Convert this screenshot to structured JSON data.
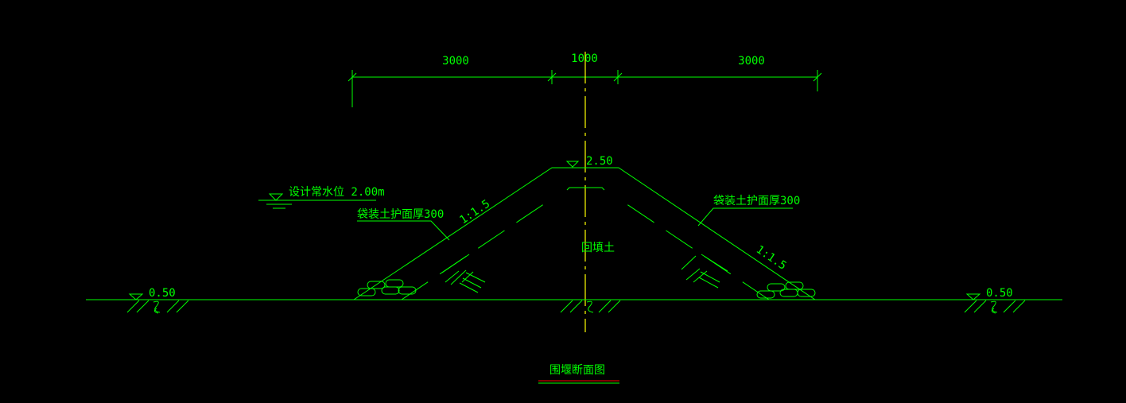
{
  "dimensions": {
    "left": "3000",
    "crest": "1000",
    "right": "3000"
  },
  "crest_elevation": "2.50",
  "water_level_label": "设计常水位 2.00m",
  "armor_label_left": "袋装土护面厚300",
  "armor_label_right": "袋装土护面厚300",
  "slope_left": "1:1.5",
  "slope_right": "1:1.5",
  "fill_label": "回填土",
  "ground_elevation_left": "0.50",
  "ground_elevation_right": "0.50",
  "drawing_title": "围堰断面图",
  "colors": {
    "line": "#00ff00",
    "centerline": "#ffff00",
    "title_underline": "#ff0000"
  }
}
